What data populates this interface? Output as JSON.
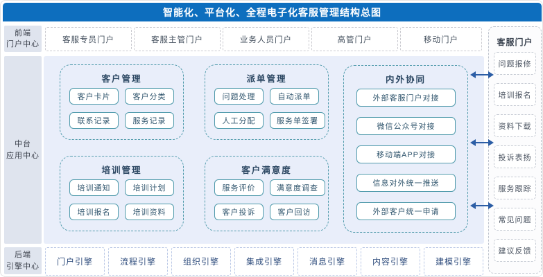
{
  "title": "智能化、平台化、全程电子化客服管理结构总图",
  "rails": [
    {
      "line1": "前端",
      "line2": "门户中心"
    },
    {
      "line1": "中台",
      "line2": "应用中心"
    },
    {
      "line1": "后端",
      "line2": "引擎中心"
    }
  ],
  "portals": [
    "客服专员门户",
    "客服主管门户",
    "业务人员门户",
    "高管门户",
    "移动门户"
  ],
  "groups": {
    "customer": {
      "title": "客户管理",
      "items": [
        "客户卡片",
        "客户分类",
        "联系记录",
        "服务记录"
      ]
    },
    "dispatch": {
      "title": "派单管理",
      "items": [
        "问题处理",
        "自动派单",
        "人工分配",
        "服务单签署"
      ]
    },
    "collaboration": {
      "title": "内外协同",
      "items": [
        "外部客服门户对接",
        "微信公众号对接",
        "移动端APP对接",
        "信息对外统一推送",
        "外部客户统一申请"
      ]
    },
    "training": {
      "title": "培训管理",
      "items": [
        "培训通知",
        "培训计划",
        "培训报名",
        "培训资料"
      ]
    },
    "satisfaction": {
      "title": "客户满意度",
      "items": [
        "服务评价",
        "满意度调查",
        "客户投诉",
        "客户回访"
      ]
    }
  },
  "sidebar": {
    "title": "客服门户",
    "items": [
      "问题报修",
      "培训报名",
      "资料下载",
      "投诉表扬",
      "服务跟踪",
      "常见问题",
      "建议反馈"
    ]
  },
  "engines": [
    "门户引擎",
    "流程引擎",
    "组织引擎",
    "集成引擎",
    "消息引擎",
    "内容引擎",
    "建模引擎"
  ],
  "colors": {
    "title_bar": "#0d6ebe",
    "rail_bg": "#dfe4ee",
    "mid_area_bg": "#e9eefa",
    "group_border": "#4f9aab",
    "arrow": "#2b5da5"
  }
}
